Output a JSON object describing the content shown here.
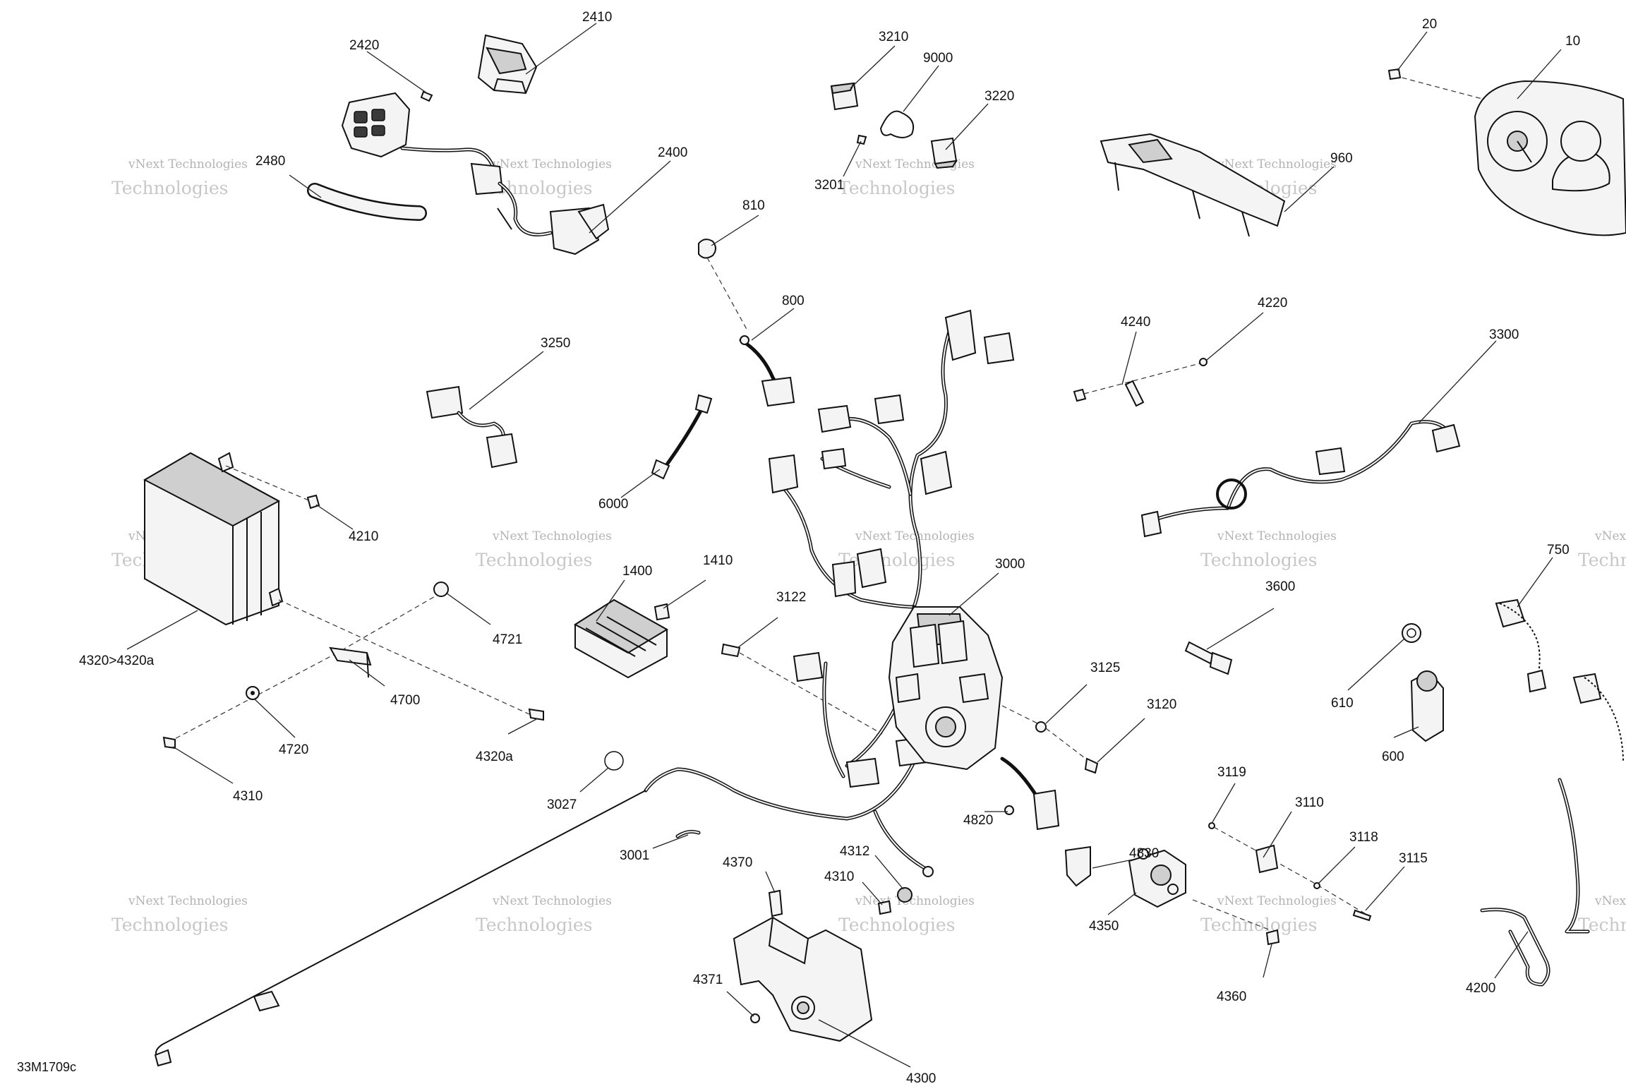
{
  "diagram": {
    "document_id": "33M1709c",
    "watermark": {
      "line1": "vNext Technologies",
      "line2": "Technologies"
    },
    "callouts": [
      {
        "id": "c2410",
        "label": "2410"
      },
      {
        "id": "c2420",
        "label": "2420"
      },
      {
        "id": "c2480",
        "label": "2480"
      },
      {
        "id": "c2400",
        "label": "2400"
      },
      {
        "id": "c3210",
        "label": "3210"
      },
      {
        "id": "c9000",
        "label": "9000"
      },
      {
        "id": "c3220",
        "label": "3220"
      },
      {
        "id": "c3201",
        "label": "3201"
      },
      {
        "id": "c810",
        "label": "810"
      },
      {
        "id": "c800",
        "label": "800"
      },
      {
        "id": "c20",
        "label": "20"
      },
      {
        "id": "c10",
        "label": "10"
      },
      {
        "id": "c960",
        "label": "960"
      },
      {
        "id": "c3250",
        "label": "3250"
      },
      {
        "id": "c4240",
        "label": "4240"
      },
      {
        "id": "c4220",
        "label": "4220"
      },
      {
        "id": "c3300",
        "label": "3300"
      },
      {
        "id": "c6000",
        "label": "6000"
      },
      {
        "id": "c4210",
        "label": "4210"
      },
      {
        "id": "c3000",
        "label": "3000"
      },
      {
        "id": "c1400",
        "label": "1400"
      },
      {
        "id": "c1410",
        "label": "1410"
      },
      {
        "id": "c3122",
        "label": "3122"
      },
      {
        "id": "c3600",
        "label": "3600"
      },
      {
        "id": "c750",
        "label": "750"
      },
      {
        "id": "c4320",
        "label": "4320>4320a"
      },
      {
        "id": "c4721",
        "label": "4721"
      },
      {
        "id": "c3125",
        "label": "3125"
      },
      {
        "id": "c610",
        "label": "610"
      },
      {
        "id": "c4700",
        "label": "4700"
      },
      {
        "id": "c3120",
        "label": "3120"
      },
      {
        "id": "c600",
        "label": "600"
      },
      {
        "id": "c4720",
        "label": "4720"
      },
      {
        "id": "c4320a",
        "label": "4320a"
      },
      {
        "id": "c3119",
        "label": "3119"
      },
      {
        "id": "c4310",
        "label": "4310"
      },
      {
        "id": "c3027",
        "label": "3027"
      },
      {
        "id": "c3110",
        "label": "3110"
      },
      {
        "id": "c4820",
        "label": "4820"
      },
      {
        "id": "c4830",
        "label": "4830"
      },
      {
        "id": "c3118",
        "label": "3118"
      },
      {
        "id": "c3001",
        "label": "3001"
      },
      {
        "id": "c3115",
        "label": "3115"
      },
      {
        "id": "c4312",
        "label": "4312"
      },
      {
        "id": "c4370",
        "label": "4370"
      },
      {
        "id": "c4310b",
        "label": "4310"
      },
      {
        "id": "c4350",
        "label": "4350"
      },
      {
        "id": "c4360",
        "label": "4360"
      },
      {
        "id": "c4200",
        "label": "4200"
      },
      {
        "id": "c4371",
        "label": "4371"
      },
      {
        "id": "c4300",
        "label": "4300"
      }
    ]
  }
}
